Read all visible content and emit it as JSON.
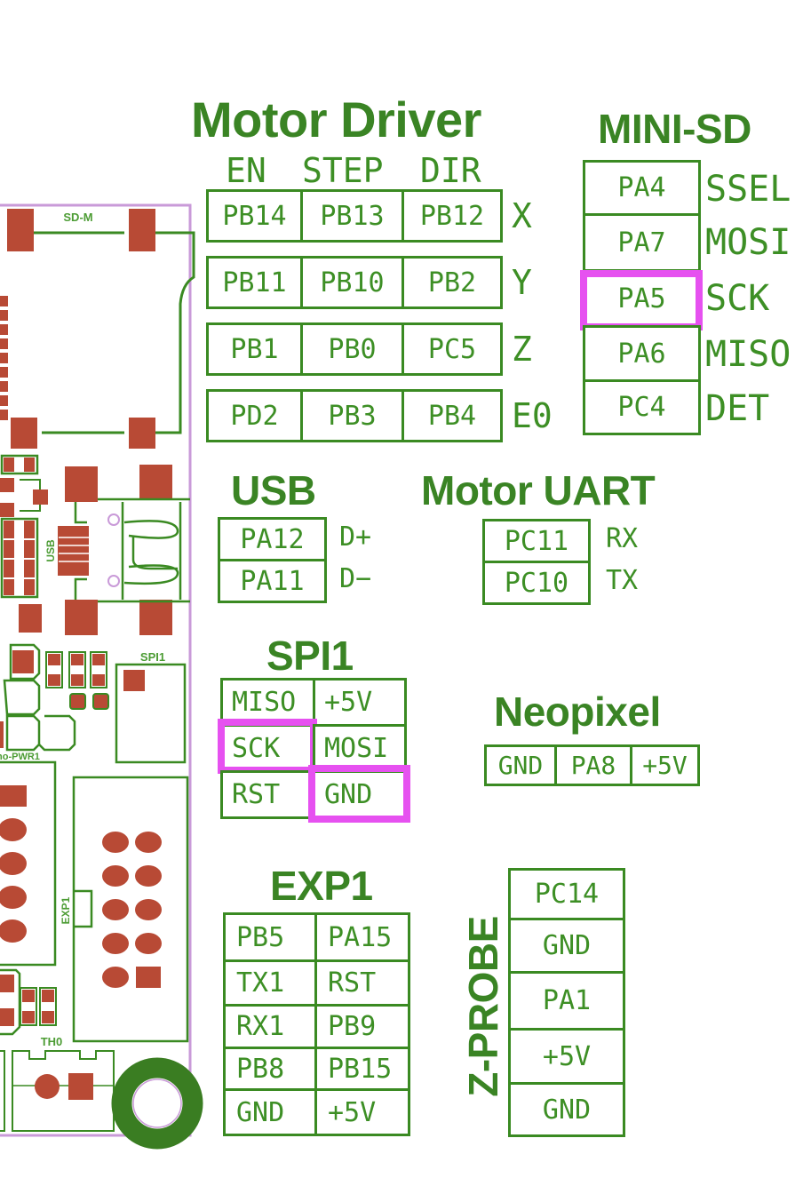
{
  "colors": {
    "silkscreen": "#3a8a22",
    "pad": "#b84a35",
    "board_outline": "#c99ad8",
    "highlight": "#e651f0",
    "background": "#ffffff"
  },
  "pcb": {
    "labels": {
      "sd": "SD-M",
      "usb": "USB",
      "spi": "SPI1",
      "pwr": "no-PWR1",
      "exp": "EXP1",
      "th": "TH0"
    }
  },
  "motor_driver": {
    "title": "Motor Driver",
    "columns": [
      "EN",
      "STEP",
      "DIR"
    ],
    "rows": [
      {
        "axis": "X",
        "pins": [
          "PB14",
          "PB13",
          "PB12"
        ]
      },
      {
        "axis": "Y",
        "pins": [
          "PB11",
          "PB10",
          "PB2"
        ]
      },
      {
        "axis": "Z",
        "pins": [
          "PB1",
          "PB0",
          "PC5"
        ]
      },
      {
        "axis": "E0",
        "pins": [
          "PD2",
          "PB3",
          "PB4"
        ]
      }
    ]
  },
  "mini_sd": {
    "title": "MINI-SD",
    "rows": [
      {
        "pin": "PA4",
        "signal": "SSEL",
        "highlighted": false
      },
      {
        "pin": "PA7",
        "signal": "MOSI",
        "highlighted": false
      },
      {
        "pin": "PA5",
        "signal": "SCK",
        "highlighted": true
      },
      {
        "pin": "PA6",
        "signal": "MISO",
        "highlighted": false
      },
      {
        "pin": "PC4",
        "signal": "DET",
        "highlighted": false
      }
    ]
  },
  "usb": {
    "title": "USB",
    "rows": [
      {
        "pin": "PA12",
        "signal": "D+"
      },
      {
        "pin": "PA11",
        "signal": "D−"
      }
    ]
  },
  "motor_uart": {
    "title": "Motor UART",
    "rows": [
      {
        "pin": "PC11",
        "signal": "RX"
      },
      {
        "pin": "PC10",
        "signal": "TX"
      }
    ]
  },
  "spi1": {
    "title": "SPI1",
    "rows": [
      [
        {
          "label": "MISO",
          "highlighted": false
        },
        {
          "label": "+5V",
          "highlighted": false
        }
      ],
      [
        {
          "label": "SCK",
          "highlighted": true
        },
        {
          "label": "MOSI",
          "highlighted": false
        }
      ],
      [
        {
          "label": "RST",
          "highlighted": false
        },
        {
          "label": "GND",
          "highlighted": true
        }
      ]
    ]
  },
  "neopixel": {
    "title": "Neopixel",
    "pins": [
      "GND",
      "PA8",
      "+5V"
    ]
  },
  "exp1": {
    "title": "EXP1",
    "rows": [
      [
        "PB5",
        "PA15"
      ],
      [
        "TX1",
        "RST"
      ],
      [
        "RX1",
        "PB9"
      ],
      [
        "PB8",
        "PB15"
      ],
      [
        "GND",
        "+5V"
      ]
    ]
  },
  "z_probe": {
    "title": "Z-PROBE",
    "pins": [
      "PC14",
      "GND",
      "PA1",
      "+5V",
      "GND"
    ]
  }
}
